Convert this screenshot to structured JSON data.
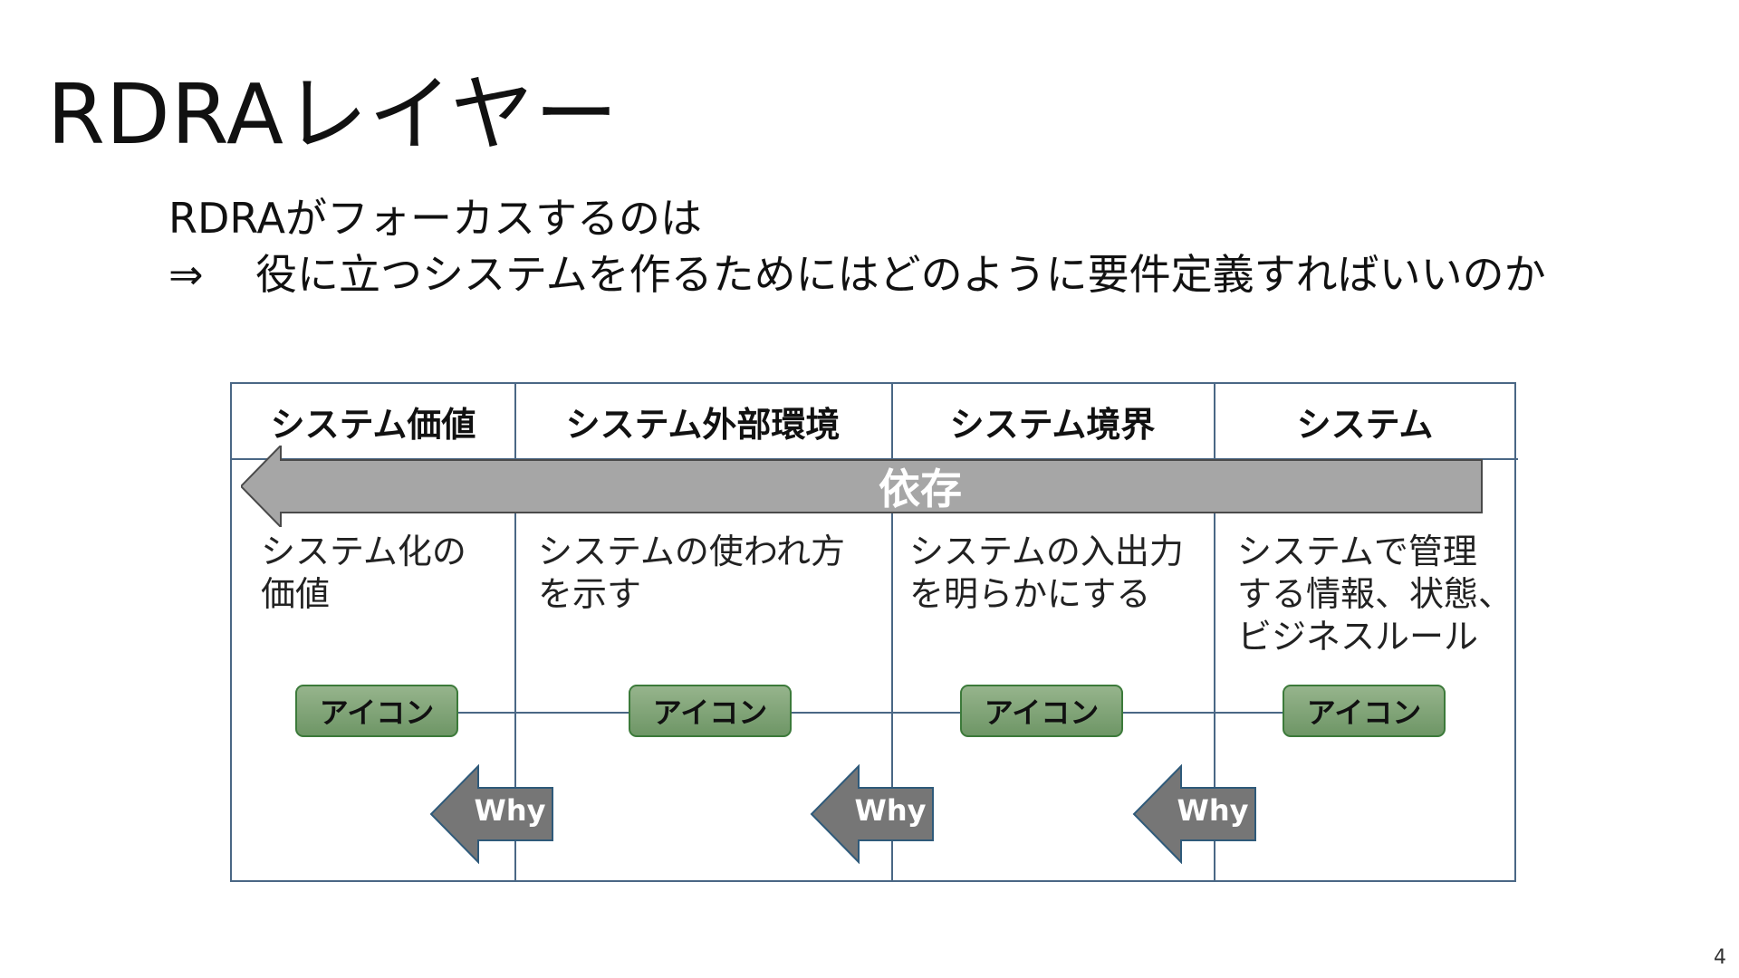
{
  "slide": {
    "title": "RDRAレイヤー",
    "subtitle_line1": "RDRAがフォーカスするのは",
    "subtitle_arrow": "⇒",
    "subtitle_line2": "役に立つシステムを作るためにはどのように要件定義すればいいのか",
    "page_number": "4"
  },
  "diagram": {
    "columns": [
      {
        "header": "システム価値",
        "description": "システム化の\n価値",
        "icon_label": "アイコン"
      },
      {
        "header": "システム外部環境",
        "description": "システムの使われ方\nを示す",
        "icon_label": "アイコン"
      },
      {
        "header": "システム境界",
        "description": "システムの入出力\nを明らかにする",
        "icon_label": "アイコン"
      },
      {
        "header": "システム",
        "description": "システムで管理\nする情報、状態、\nビジネスルール",
        "icon_label": "アイコン"
      }
    ],
    "dependency_label": "依存",
    "why_labels": [
      "Why",
      "Why",
      "Why"
    ]
  },
  "colors": {
    "border": "#4a6785",
    "dependency_arrow_fill": "#a6a6a6",
    "why_arrow_fill": "#767676",
    "icon_badge_fill": "#82a577",
    "icon_badge_border": "#3c7a3a"
  }
}
